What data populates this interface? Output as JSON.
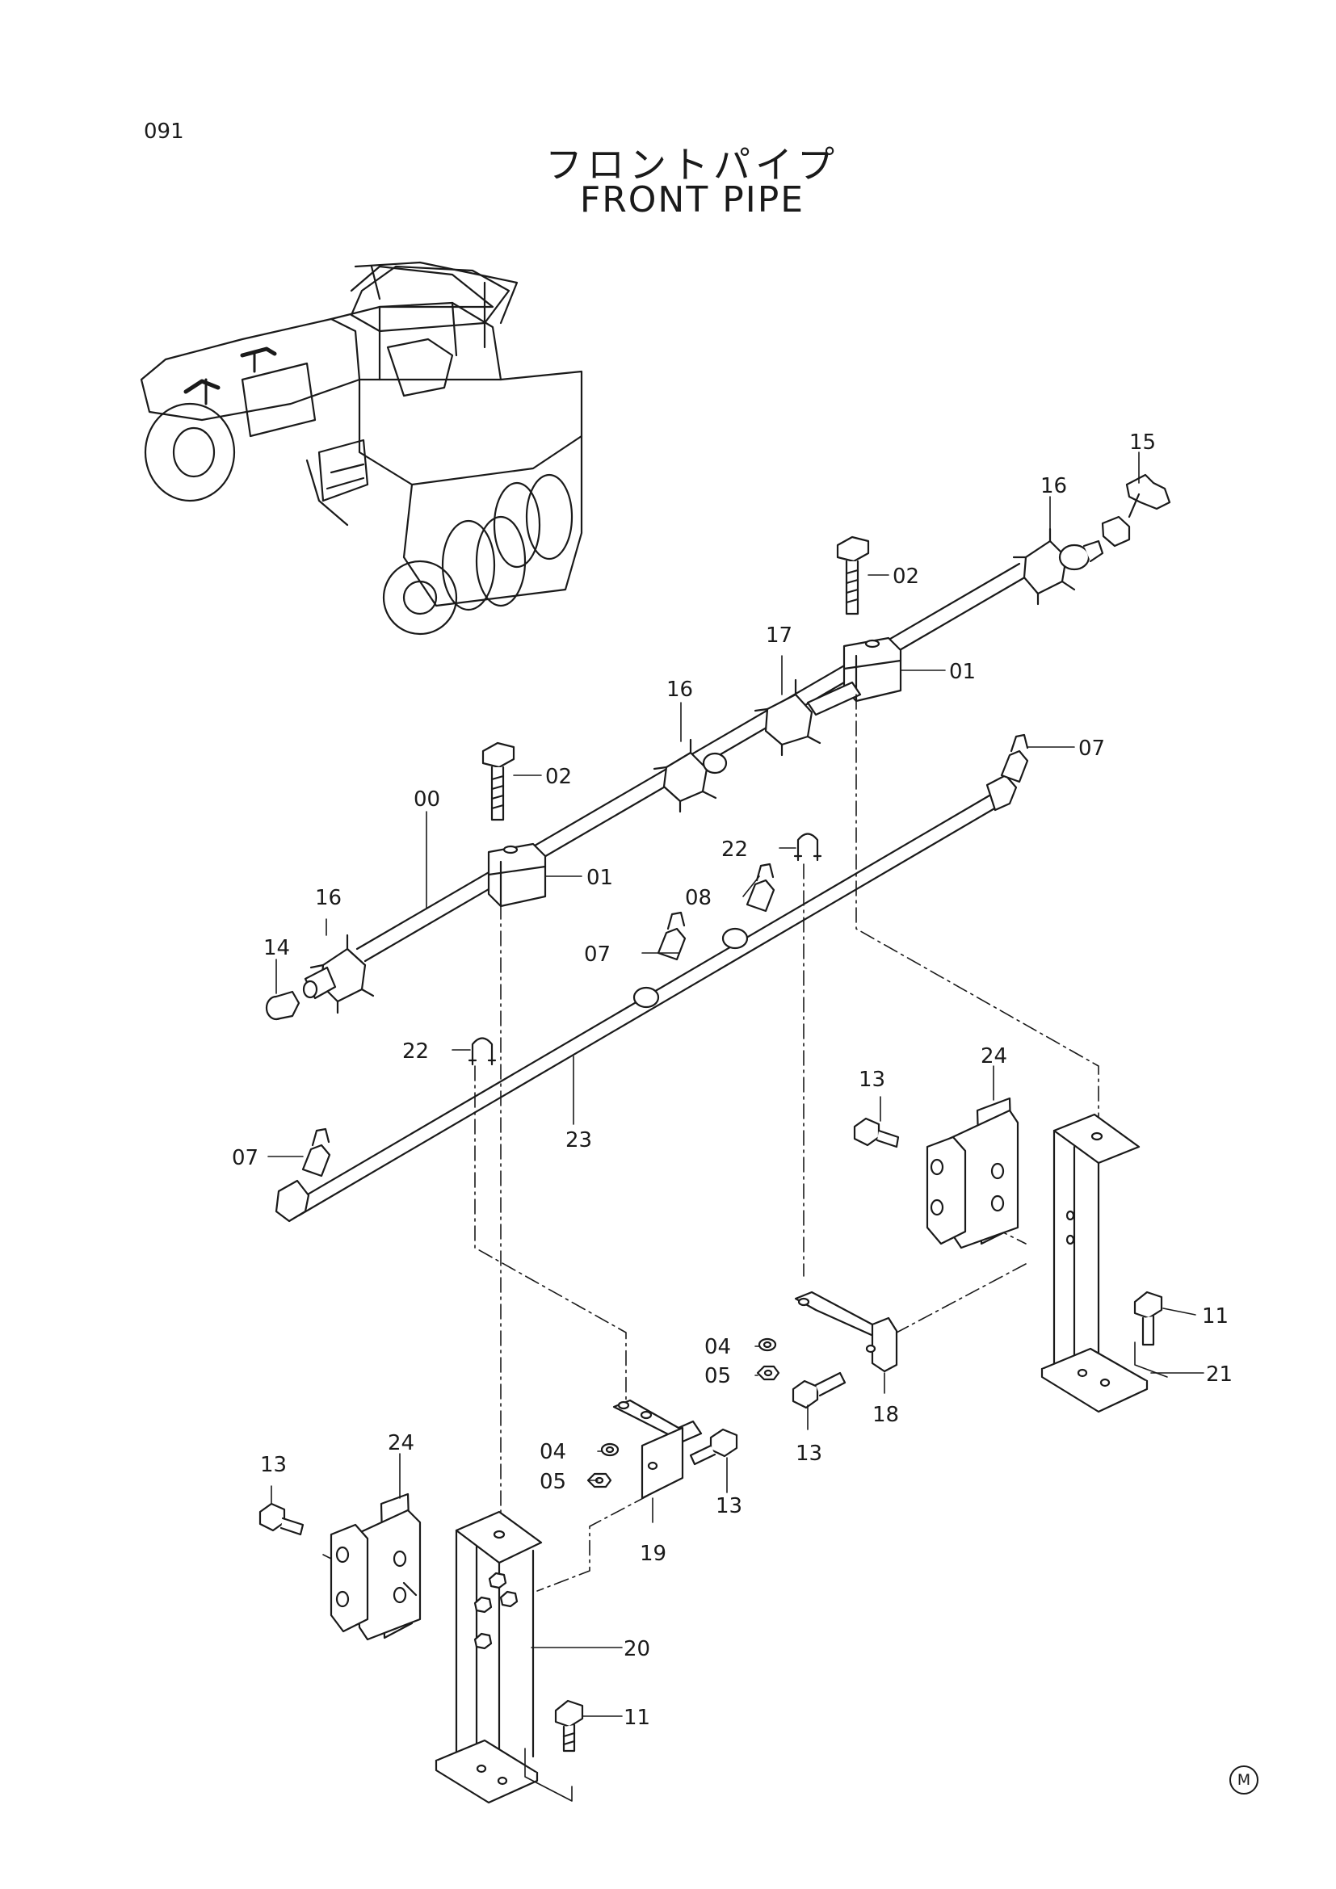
{
  "header": {
    "page_number": "091",
    "title_jp": "フロントパイプ",
    "title_en": "FRONT PIPE"
  },
  "callouts": {
    "c00": "00",
    "c01a": "01",
    "c01b": "01",
    "c02a": "02",
    "c02b": "02",
    "c04a": "04",
    "c04b": "04",
    "c05a": "05",
    "c05b": "05",
    "c07a": "07",
    "c07b": "07",
    "c07c": "07",
    "c08": "08",
    "c11a": "11",
    "c11b": "11",
    "c13a": "13",
    "c13b": "13",
    "c13c": "13",
    "c13d": "13",
    "c14": "14",
    "c15": "15",
    "c16a": "16",
    "c16b": "16",
    "c16c": "16",
    "c17": "17",
    "c18": "18",
    "c19": "19",
    "c20": "20",
    "c21": "21",
    "c22a": "22",
    "c22b": "22",
    "c23": "23",
    "c24a": "24",
    "c24b": "24"
  },
  "footer": {
    "marker": "M"
  }
}
